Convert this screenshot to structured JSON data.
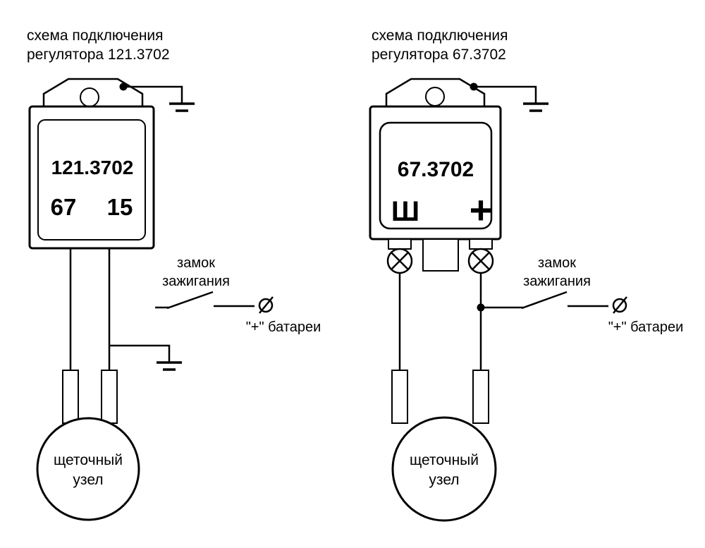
{
  "colors": {
    "line": "#000000",
    "background": "#ffffff",
    "text": "#000000"
  },
  "diagrams": [
    {
      "id": "left",
      "title_line1": "схема подключения",
      "title_line2": "регулятора 121.3702",
      "regulator_model": "121.3702",
      "terminal_left": "67",
      "terminal_right": "15",
      "ignition_switch_label_line1": "замок",
      "ignition_switch_label_line2": "зажигания",
      "battery_label": "\"+\" батареи",
      "brush_unit_label_line1": "щеточный",
      "brush_unit_label_line2": "узел"
    },
    {
      "id": "right",
      "title_line1": "схема подключения",
      "title_line2": "регулятора 67.3702",
      "regulator_model": "67.3702",
      "terminal_left": "Ш",
      "terminal_right": "+",
      "ignition_switch_label_line1": "замок",
      "ignition_switch_label_line2": "зажигания",
      "battery_label": "\"+\" батареи",
      "brush_unit_label_line1": "щеточный",
      "brush_unit_label_line2": "узел"
    }
  ]
}
